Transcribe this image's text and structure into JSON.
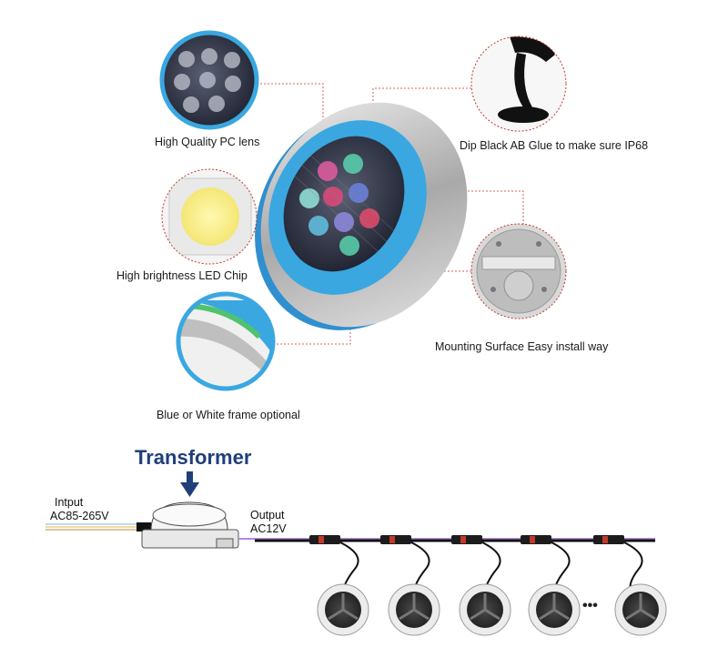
{
  "features": {
    "pc_lens": "High Quality PC lens",
    "glue": "Dip Black AB Glue to make sure IP68",
    "led_chip": "High brightness LED Chip",
    "mounting": "Mounting Surface Easy install way",
    "frame": "Blue or White frame optional"
  },
  "wiring": {
    "transformer": "Transformer",
    "input_label": "Intput",
    "input_voltage": "AC85-265V",
    "output_label": "Output",
    "output_voltage": "AC12V",
    "continuation": "•••"
  },
  "colors": {
    "frame_blue": "#3aa7e0",
    "steel": "#b8b8b8",
    "leader_red": "#c0392b",
    "title_blue": "#1f3f7a"
  },
  "icons": [
    "pc-lens-icon",
    "glue-icon",
    "led-chip-icon",
    "mounting-plate-icon",
    "frame-detail-icon",
    "pool-light-icon",
    "transformer-icon",
    "arrow-down-icon",
    "connector-icon"
  ]
}
